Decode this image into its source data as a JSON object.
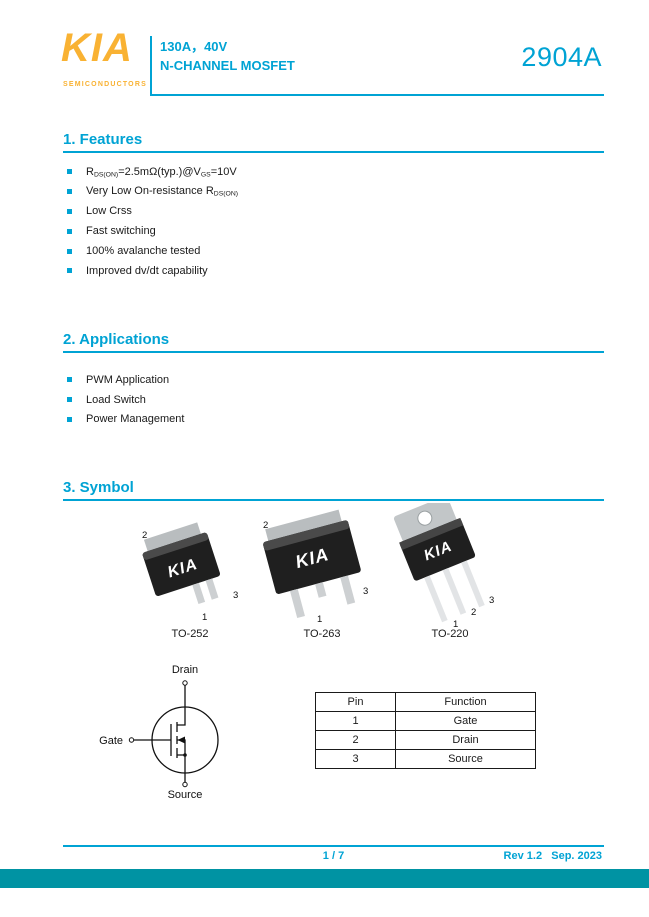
{
  "colors": {
    "accent": "#00a3d4",
    "logo": "#f9b233",
    "footer_bar": "#0093a3"
  },
  "header": {
    "logo": "KIA",
    "logo_sub": "SEMICONDUCTORS",
    "subtitle_line1": "130A，40V",
    "subtitle_line2": "N-CHANNEL MOSFET",
    "part_number": "2904A"
  },
  "sections": {
    "features": {
      "title": "1. Features",
      "items": [
        "R~DS(ON)~=2.5mΩ(typ.)@V~GS~=10V",
        "Very Low On-resistance R~DS(ON)~",
        "Low Crss",
        "Fast switching",
        "100% avalanche tested",
        "Improved dv/dt capability"
      ]
    },
    "applications": {
      "title": "2. Applications",
      "items": [
        "PWM Application",
        "Load Switch",
        "Power Management"
      ]
    },
    "symbol": {
      "title": "3. Symbol",
      "packages": [
        {
          "name": "TO-252",
          "brand": "KIA",
          "pins": [
            "2",
            "1",
            "3"
          ]
        },
        {
          "name": "TO-263",
          "brand": "KIA",
          "pins": [
            "2",
            "1",
            "3"
          ]
        },
        {
          "name": "TO-220",
          "brand": "KIA",
          "pins": [
            "3",
            "2",
            "1"
          ]
        }
      ],
      "schematic": {
        "drain": "Drain",
        "gate": "Gate",
        "source": "Source"
      },
      "pin_table": {
        "headers": [
          "Pin",
          "Function"
        ],
        "rows": [
          [
            "1",
            "Gate"
          ],
          [
            "2",
            "Drain"
          ],
          [
            "3",
            "Source"
          ]
        ]
      }
    }
  },
  "footer": {
    "page": "1 / 7",
    "rev": "Rev 1.2   Sep. 2023"
  }
}
